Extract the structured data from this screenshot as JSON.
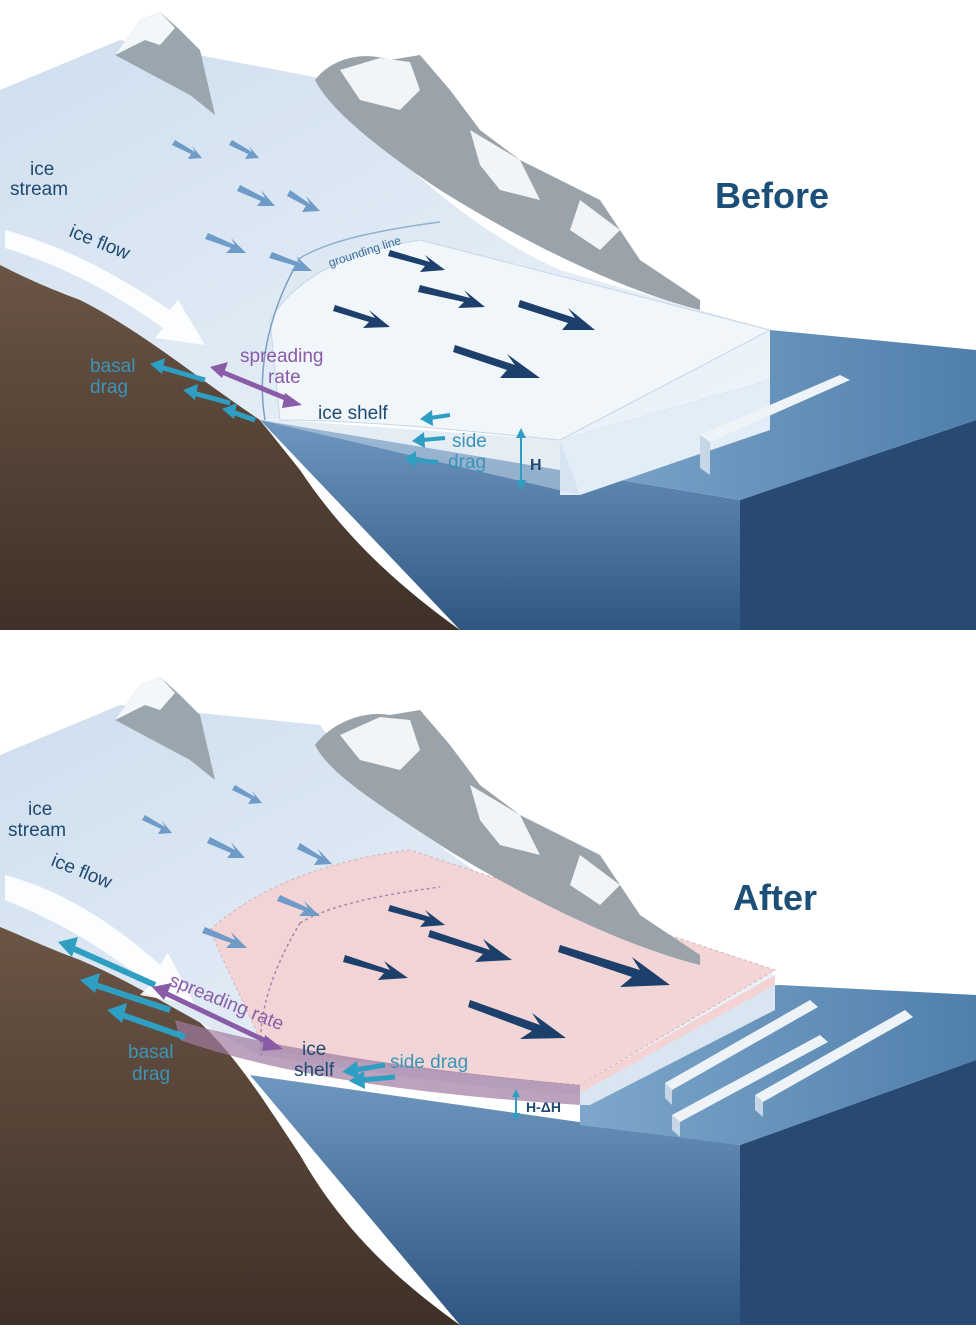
{
  "before": {
    "title": "Before",
    "labels": {
      "ice_stream_1": "ice",
      "ice_stream_2": "stream",
      "ice_flow": "ice flow",
      "grounding_line": "grounding line",
      "basal_drag_1": "basal",
      "basal_drag_2": "drag",
      "spreading_rate_1": "spreading",
      "spreading_rate_2": "rate",
      "ice_shelf": "ice shelf",
      "side_drag_1": "side",
      "side_drag_2": "drag",
      "thickness": "H"
    }
  },
  "after": {
    "title": "After",
    "labels": {
      "ice_stream_1": "ice",
      "ice_stream_2": "stream",
      "ice_flow": "ice flow",
      "basal_drag_1": "basal",
      "basal_drag_2": "drag",
      "spreading_rate": "spreading rate",
      "ice_shelf_1": "ice",
      "ice_shelf_2": "shelf",
      "side_drag": "side drag",
      "thickness": "H-ΔH"
    }
  },
  "colors": {
    "ice": "#dbe7f3",
    "ice_light": "#eef4fa",
    "ocean": "#3f6f9a",
    "ocean_deep": "#2c527d",
    "bedrock": "#5e4a3b",
    "thinned_shelf": "#f4d3d4",
    "navy_arrow": "#1c3f6b",
    "teal_arrow": "#2e9ec2",
    "purple_arrow": "#8a5ca8"
  }
}
